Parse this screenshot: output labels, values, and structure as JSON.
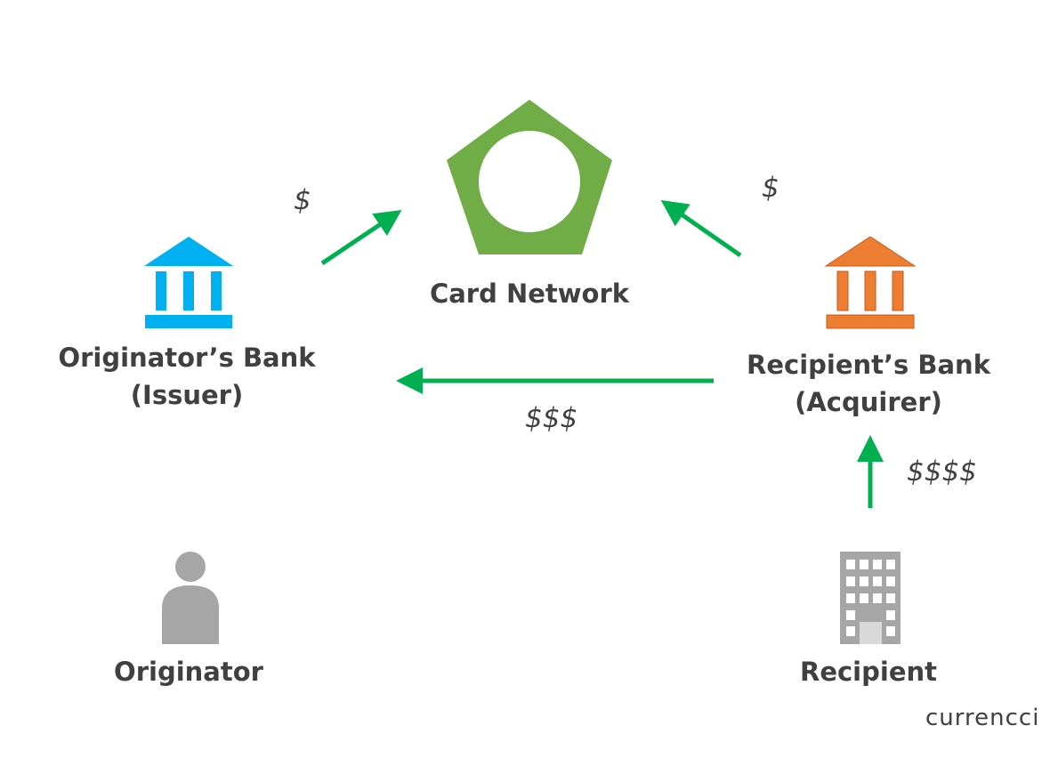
{
  "nodes": {
    "card_network": {
      "label": "Card Network",
      "color": "#70AD47",
      "icon": "pentagon-ring-icon"
    },
    "originator_bank": {
      "label_line1": "Originator’s Bank",
      "label_line2": "(Issuer)",
      "color": "#00B0F0",
      "icon": "bank-icon"
    },
    "recipient_bank": {
      "label_line1": "Recipient’s Bank",
      "label_line2": "(Acquirer)",
      "color": "#ED7D31",
      "icon": "bank-icon"
    },
    "originator": {
      "label": "Originator",
      "color": "#A6A6A6",
      "icon": "person-icon"
    },
    "recipient": {
      "label": "Recipient",
      "color": "#A6A6A6",
      "icon": "office-building-icon"
    }
  },
  "flows": {
    "originator_bank_to_network": {
      "amount": "$"
    },
    "recipient_bank_to_network": {
      "amount": "$"
    },
    "recipient_bank_to_originator_bank": {
      "amount": "$$$"
    },
    "recipient_to_recipient_bank": {
      "amount": "$$$$"
    }
  },
  "arrow_color": "#00B050",
  "text_color": "#404040",
  "brand": "currencci"
}
